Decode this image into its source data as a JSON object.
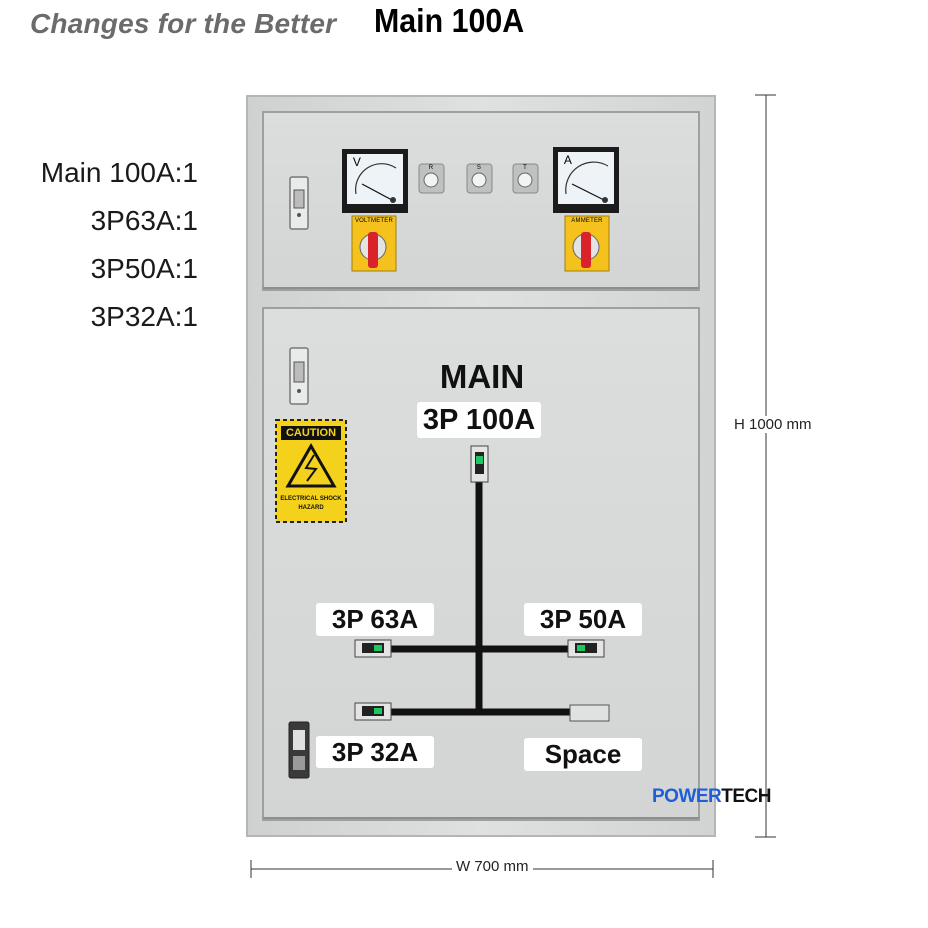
{
  "header": {
    "tagline": "Changes for the Better",
    "title": "Main 100A"
  },
  "specs": [
    {
      "text": "Main 100A:1"
    },
    {
      "text": "3P63A:1"
    },
    {
      "text": "3P50A:1"
    },
    {
      "text": "3P32A:1"
    }
  ],
  "dimensions": {
    "height": "H 1000 mm",
    "width": "W 700 mm"
  },
  "panel": {
    "main_word": "MAIN",
    "main_rating": "3P 100A",
    "branches": {
      "b63": "3P 63A",
      "b50": "3P 50A",
      "b32": "3P 32A",
      "space": "Space"
    },
    "caution": {
      "title": "CAUTION",
      "line1": "ELECTRICAL SHOCK",
      "line2": "HAZARD"
    },
    "meters": {
      "voltmeter_symbol": "V",
      "ammeter_symbol": "A",
      "voltmeter_label": "VOLTMETER",
      "ammeter_label": "AMMETER",
      "pilot_lamps": [
        "R",
        "S",
        "T"
      ]
    },
    "maker": {
      "part1": "POWER",
      "part2": "TECH"
    }
  },
  "colors": {
    "enclosure": "#d9dbdb",
    "busbar": "#111111",
    "caution_yellow": "#f4d21c",
    "switch_red": "#d8232a",
    "maker_blue": "#1f5ed8",
    "maker_black": "#111111"
  }
}
